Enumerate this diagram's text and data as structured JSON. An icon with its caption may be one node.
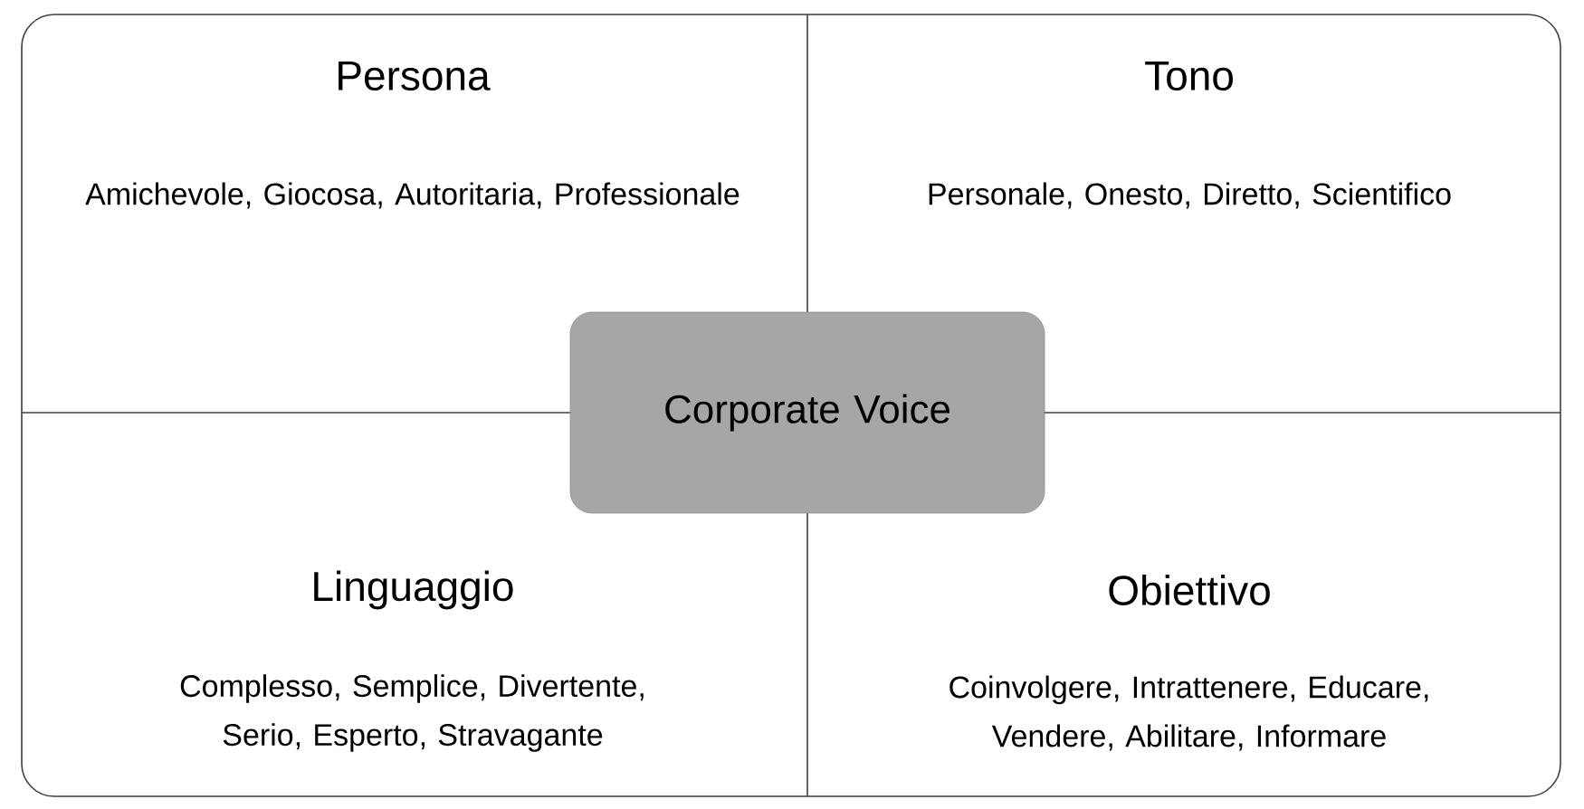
{
  "diagram": {
    "nodes": [
      {
        "text": [
          "Persona",
          "Amichevole, Giocosa, Autoritaria, Professionale"
        ]
      },
      {
        "text": [
          "Tono",
          "Personale, Onesto, Diretto, Scientifico"
        ]
      },
      {
        "text": [
          "Corporate Voice"
        ]
      },
      {
        "text": [
          "Linguaggio",
          "Complesso, Semplice, Divertente, Serio, Esperto, Stravagante"
        ]
      },
      {
        "text": [
          "Obiettivo",
          "Coinvolgere, Intrattenere, Educare, Vendere, Abilitare, Informare"
        ]
      }
    ],
    "edges": []
  }
}
